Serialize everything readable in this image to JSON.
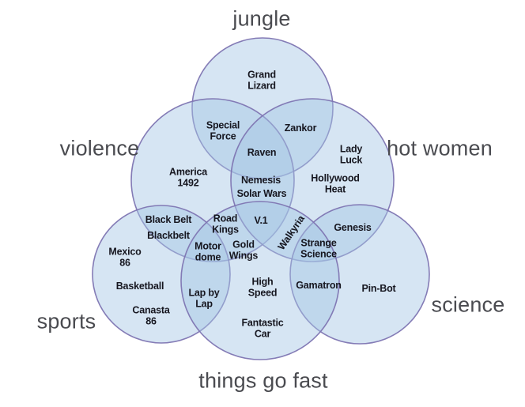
{
  "venn": {
    "sets": [
      {
        "id": "jungle",
        "label": "jungle"
      },
      {
        "id": "violence",
        "label": "violence"
      },
      {
        "id": "hot-women",
        "label": "hot women"
      },
      {
        "id": "sports",
        "label": "sports"
      },
      {
        "id": "science",
        "label": "science"
      },
      {
        "id": "things-go-fast",
        "label": "things go fast"
      }
    ],
    "items": [
      {
        "text": "Grand\nLizard",
        "sets": [
          "jungle"
        ]
      },
      {
        "text": "Special\nForce",
        "sets": [
          "jungle",
          "violence"
        ]
      },
      {
        "text": "Zankor",
        "sets": [
          "jungle",
          "hot-women"
        ]
      },
      {
        "text": "Raven",
        "sets": [
          "jungle",
          "violence",
          "hot-women"
        ]
      },
      {
        "text": "Lady\nLuck",
        "sets": [
          "hot-women"
        ]
      },
      {
        "text": "America\n1492",
        "sets": [
          "violence"
        ]
      },
      {
        "text": "Nemesis",
        "sets": [
          "violence",
          "hot-women"
        ]
      },
      {
        "text": "Solar Wars",
        "sets": [
          "violence",
          "hot-women"
        ]
      },
      {
        "text": "Hollywood\nHeat",
        "sets": [
          "hot-women"
        ]
      },
      {
        "text": "Black Belt",
        "sets": [
          "violence",
          "sports"
        ]
      },
      {
        "text": "Blackbelt",
        "sets": [
          "violence",
          "sports"
        ]
      },
      {
        "text": "Road\nKings",
        "sets": [
          "violence",
          "things-go-fast"
        ]
      },
      {
        "text": "V.1",
        "sets": [
          "violence",
          "hot-women",
          "things-go-fast"
        ]
      },
      {
        "text": "Walkyria",
        "sets": [
          "hot-women",
          "things-go-fast"
        ]
      },
      {
        "text": "Genesis",
        "sets": [
          "hot-women",
          "science"
        ]
      },
      {
        "text": "Mexico\n86",
        "sets": [
          "sports"
        ]
      },
      {
        "text": "Motor\ndome",
        "sets": [
          "violence",
          "sports",
          "things-go-fast"
        ]
      },
      {
        "text": "Gold\nWings",
        "sets": [
          "violence",
          "things-go-fast"
        ]
      },
      {
        "text": "Strange\nScience",
        "sets": [
          "hot-women",
          "science",
          "things-go-fast"
        ]
      },
      {
        "text": "Basketball",
        "sets": [
          "sports"
        ]
      },
      {
        "text": "Lap by\nLap",
        "sets": [
          "sports",
          "things-go-fast"
        ]
      },
      {
        "text": "High\nSpeed",
        "sets": [
          "things-go-fast"
        ]
      },
      {
        "text": "Gamatron",
        "sets": [
          "science",
          "things-go-fast"
        ]
      },
      {
        "text": "Pin-Bot",
        "sets": [
          "science"
        ]
      },
      {
        "text": "Canasta\n86",
        "sets": [
          "sports"
        ]
      },
      {
        "text": "Fantastic\nCar",
        "sets": [
          "things-go-fast"
        ]
      }
    ]
  },
  "colors": {
    "background": "#ffffff",
    "circle_fill": "#a3c6e5",
    "circle_stroke": "#7e75b2",
    "item_text": "#16161f",
    "category_text": "#4a4b50"
  }
}
